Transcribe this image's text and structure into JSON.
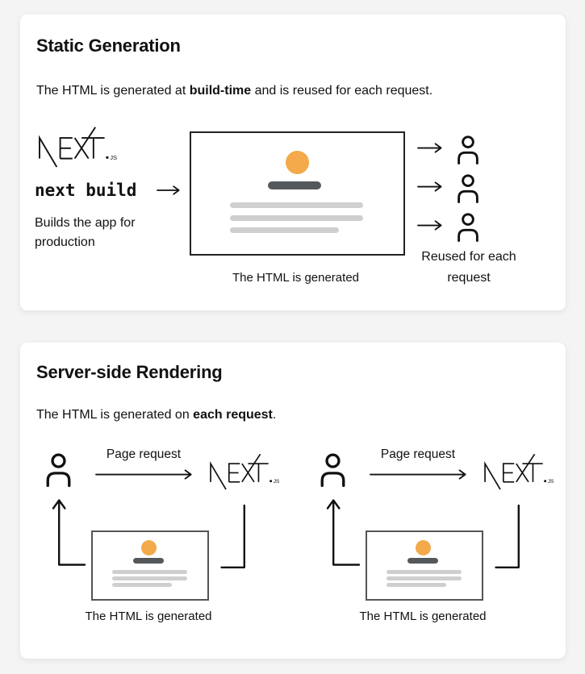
{
  "colors": {
    "page_bg": "#f4f4f4",
    "card_bg": "#ffffff",
    "text": "#111111",
    "stroke": "#111111",
    "accent_orange": "#f4a94a",
    "dark_bar": "#55585a",
    "light_bar": "#cfcfcf",
    "browser_border": "#222222",
    "browser_border_sm": "#555555"
  },
  "logo": {
    "suffix": "JS"
  },
  "icons": {
    "nextjs_logo": "nextjs-wordmark-logo (thin-line NEXT with extended diagonals, small .JS)",
    "person": "user outline: circle head over rounded shoulders",
    "arrow_right": "thin right arrow →",
    "arrow_up_elbow": "elbow connector bending up with arrowhead ↑",
    "elbow_down": "elbow connector descending then bending left"
  },
  "static_card": {
    "title": "Static Generation",
    "desc_pre": "The HTML is generated at ",
    "desc_bold": "build-time",
    "desc_post": " and is reused for each request.",
    "command": "next build",
    "command_note": "Builds the app for production",
    "browser_caption": "The HTML is generated",
    "reused_line1": "Reused for each",
    "reused_line2": "request"
  },
  "ssr_card": {
    "title": "Server-side Rendering",
    "desc_pre": "The HTML is generated on ",
    "desc_bold": "each request",
    "desc_post": ".",
    "flows": [
      {
        "request_label": "Page request",
        "caption": "The HTML is generated"
      },
      {
        "request_label": "Page request",
        "caption": "The HTML is generated"
      }
    ]
  }
}
